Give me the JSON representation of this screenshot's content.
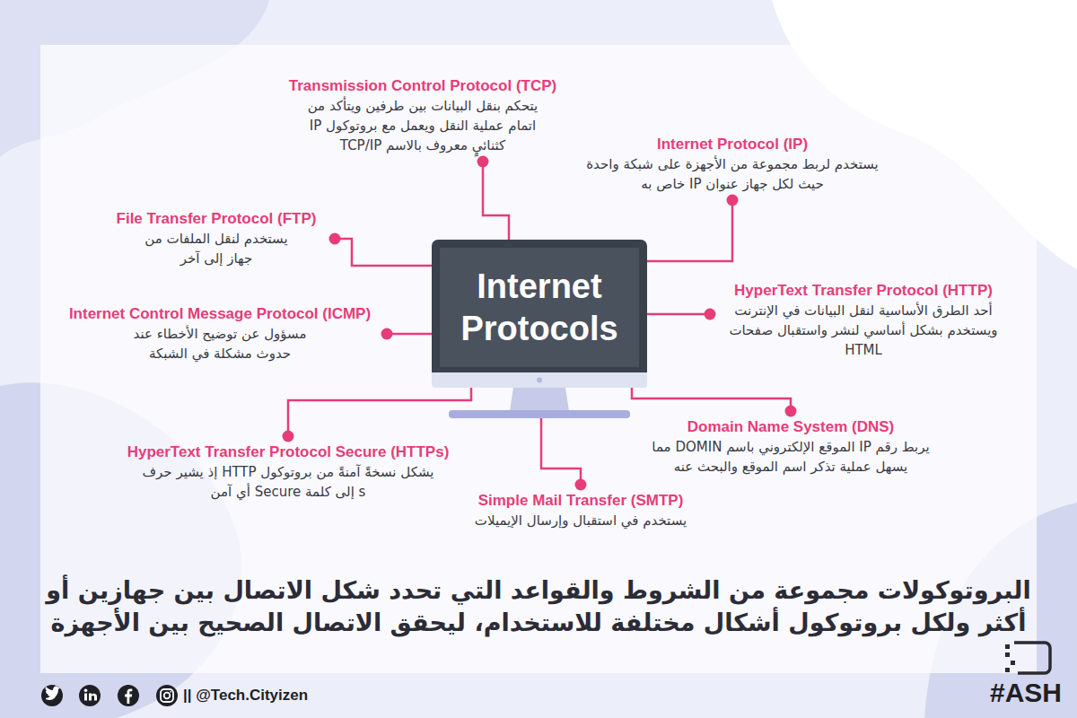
{
  "diagram": {
    "caption": "البروتوكولات مجموعة من الشروط والقواعد التي تحدد شكل الاتصال بين جهازين أو أكثر ولكل بروتوكول أشكال مختلفة للاستخدام، ليحقق الاتصال الصحيح بين الأجهزة",
    "nodes": [
      {
        "text": [
          "Internet Protocols"
        ]
      },
      {
        "text": [
          "Transmission Control Protocol (TCP)",
          "يتحكم بنقل البيانات بين طرفين ويتأكد من اتمام عملية النقل ويعمل مع بروتوكول IP كثنائيٍ معروف بالاسم TCP/IP"
        ]
      },
      {
        "text": [
          "Internet Protocol (IP)",
          "يستخدم لربط مجموعة من الأجهزة على شبكة واحدة حيث لكل جهاز عنوان IP خاص به"
        ]
      },
      {
        "text": [
          "File Transfer Protocol (FTP)",
          "يستخدم لنقل الملفات من جهاز إلى آخر"
        ]
      },
      {
        "text": [
          "HyperText Transfer Protocol (HTTP)",
          "أحد الطرق الأساسية لنقل البيانات في الإنترنت ويستخدم بشكل أساسي لنشر واستقبال صفحات HTML"
        ]
      },
      {
        "text": [
          "Internet Control Message Protocol (ICMP)",
          "مسؤول عن توضيح الأخطاء عند حدوث مشكلة في الشبكة"
        ]
      },
      {
        "text": [
          "Domain Name System (DNS)",
          "يربط رقم IP الموقع الإلكتروني باسم DOMIN مما يسهل عملية تذكر اسم الموقع والبحث عنه"
        ]
      },
      {
        "text": [
          "HyperText Transfer Protocol Secure (HTTPs)",
          "يشكل نسخةً آمنةً من بروتوكول HTTP إذ يشير حرف s إلى كلمة Secure أي آمن"
        ]
      },
      {
        "text": [
          "Simple Mail Transfer (SMTP)",
          "يستخدم في استقبال وإرسال الإيميلات"
        ]
      }
    ],
    "edges": [
      {
        "from": 0,
        "to": 1,
        "arrow": "none"
      },
      {
        "from": 0,
        "to": 2,
        "arrow": "none"
      },
      {
        "from": 0,
        "to": 3,
        "arrow": "none"
      },
      {
        "from": 0,
        "to": 4,
        "arrow": "none"
      },
      {
        "from": 0,
        "to": 5,
        "arrow": "none"
      },
      {
        "from": 0,
        "to": 6,
        "arrow": "none"
      },
      {
        "from": 0,
        "to": 7,
        "arrow": "none"
      },
      {
        "from": 0,
        "to": 8,
        "arrow": "none"
      }
    ],
    "labels": [
      "|| @Tech.Cityizen",
      "#ASH"
    ]
  }
}
